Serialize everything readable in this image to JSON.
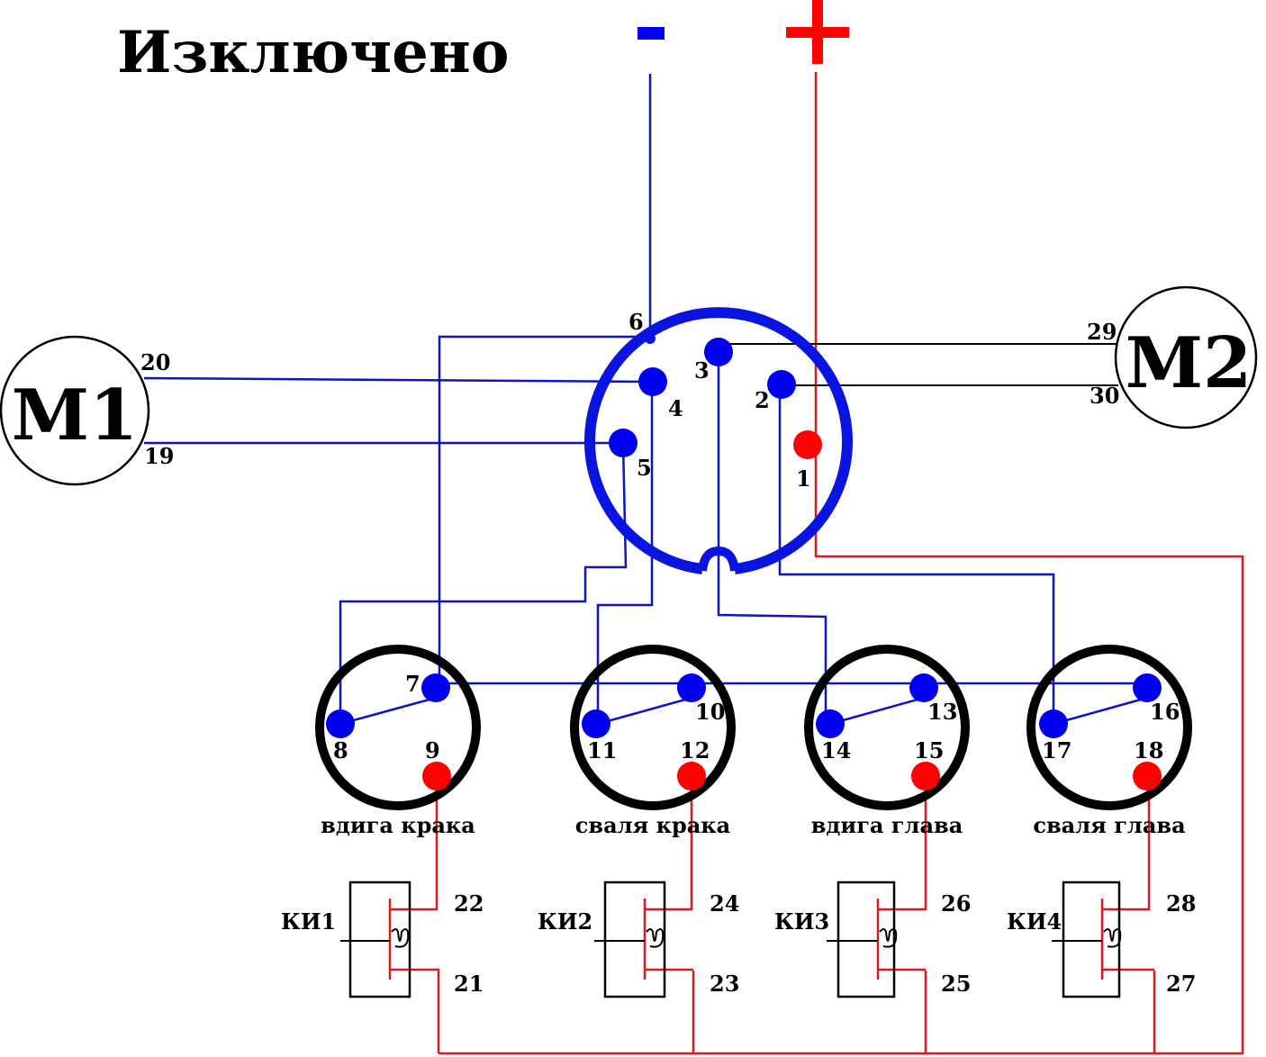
{
  "title": "Изключено",
  "polarity": {
    "minus": "-",
    "plus": "+",
    "minus_color": "#0000ff",
    "plus_color": "#ff0000"
  },
  "colors": {
    "negative_wire": "#0a14c8",
    "positive_wire": "#e01818",
    "contact_blue": "#0000ee",
    "contact_red": "#ff0000",
    "connector_ring": "#0a14e0",
    "button_ring": "#000000"
  },
  "motors": [
    {
      "label": "M1",
      "terminals": [
        "20",
        "19"
      ]
    },
    {
      "label": "M2",
      "terminals": [
        "29",
        "30"
      ]
    }
  ],
  "main_connector": {
    "pins": [
      {
        "number": "1",
        "polarity": "positive"
      },
      {
        "number": "2",
        "polarity": "negative"
      },
      {
        "number": "3",
        "polarity": "negative"
      },
      {
        "number": "4",
        "polarity": "negative"
      },
      {
        "number": "5",
        "polarity": "negative"
      },
      {
        "number": "6",
        "polarity": "negative"
      }
    ]
  },
  "buttons": [
    {
      "caption": "вдига крака",
      "pins": [
        "7",
        "8",
        "9"
      ]
    },
    {
      "caption": "сваля крака",
      "pins": [
        "10",
        "11",
        "12"
      ]
    },
    {
      "caption": "вдига глава",
      "pins": [
        "13",
        "14",
        "15"
      ]
    },
    {
      "caption": "сваля глава",
      "pins": [
        "16",
        "17",
        "18"
      ]
    }
  ],
  "limit_switches": [
    {
      "label": "КИ1",
      "terminals": [
        "22",
        "21"
      ]
    },
    {
      "label": "КИ2",
      "terminals": [
        "24",
        "23"
      ]
    },
    {
      "label": "КИ3",
      "terminals": [
        "26",
        "25"
      ]
    },
    {
      "label": "КИ4",
      "terminals": [
        "28",
        "27"
      ]
    }
  ]
}
